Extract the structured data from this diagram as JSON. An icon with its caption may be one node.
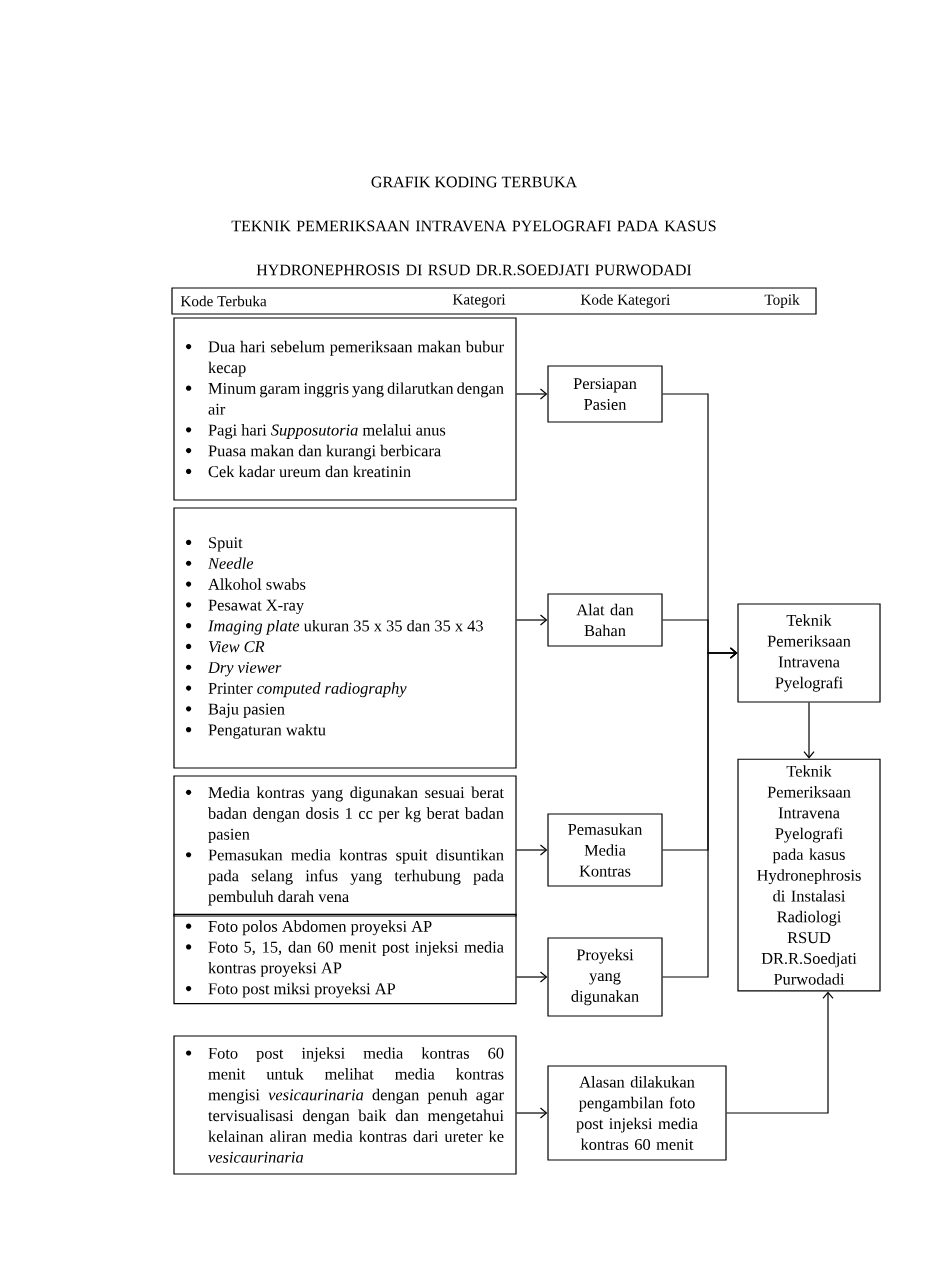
{
  "diagram": {
    "title": "GRAFIK KODING TERBUKA",
    "nodes": [
      {
        "text": [
          "Dua hari sebelum pemeriksaan makan bubur kecap",
          "Minum garam inggris yang dilarutkan dengan air",
          "Pagi hari *Supposutoria* melalui anus",
          "Puasa makan dan kurangi berbicara",
          "Cek kadar ureum dan kreatinin"
        ]
      },
      {
        "text": [
          "Persiapan Pasien"
        ]
      },
      {
        "text": [
          "Spuit",
          "*Needle*",
          "Alkohol swabs",
          "Pesawat X-ray",
          "*Imaging plate* ukuran 35 x 35 dan 35 x 43",
          "*View CR*",
          "*Dry viewer*",
          "Printer *computed radiography*",
          "Baju pasien",
          "Pengaturan waktu"
        ]
      },
      {
        "text": [
          "Alat dan Bahan"
        ]
      },
      {
        "text": [
          "Media kontras yang digunakan sesuai berat badan dengan dosis 1 cc per kg berat badan pasien",
          "Pemasukan media kontras spuit disuntikan pada selang infus yang terhubung pada pembuluh darah vena"
        ]
      },
      {
        "text": [
          "Pemasukan Media Kontras"
        ]
      },
      {
        "text": [
          "Foto polos Abdomen proyeksi AP",
          "Foto 5, 15, dan 60 menit post injeksi media kontras proyeksi AP",
          "Foto post miksi proyeksi AP"
        ]
      },
      {
        "text": [
          "Proyeksi yang digunakan"
        ]
      },
      {
        "text": [
          "Foto post injeksi media kontras 60 menit untuk melihat media kontras mengisi *vesicaurinaria* dengan penuh agar tervisualisasi dengan baik dan mengetahui kelainan aliran media kontras dari ureter ke *vesicaurinaria*"
        ]
      },
      {
        "text": [
          "Alasan dilakukan pengambilan foto post injeksi media kontras 60 menit"
        ]
      },
      {
        "text": [
          "Teknik Pemeriksaan Intravena Pyelografi"
        ]
      },
      {
        "text": [
          "Teknik Pemeriksaan Intravena Pyelografi pada kasus Hydronephrosis di Instalasi Radiologi RSUD DR.R.Soedjati Purwodadi"
        ]
      }
    ],
    "edges": [
      {
        "from": 0,
        "to": 1,
        "arrow": "to"
      },
      {
        "from": 2,
        "to": 3,
        "arrow": "to"
      },
      {
        "from": 4,
        "to": 5,
        "arrow": "to"
      },
      {
        "from": 6,
        "to": 7,
        "arrow": "to"
      },
      {
        "from": 8,
        "to": 9,
        "arrow": "to"
      },
      {
        "from": 1,
        "to": 10,
        "arrow": "to"
      },
      {
        "from": 3,
        "to": 10,
        "arrow": "to"
      },
      {
        "from": 5,
        "to": 10,
        "arrow": "to"
      },
      {
        "from": 7,
        "to": 10,
        "arrow": "to"
      },
      {
        "from": 10,
        "to": 11,
        "arrow": "to"
      },
      {
        "from": 9,
        "to": 11,
        "arrow": "to"
      }
    ],
    "labels": [
      "TEKNIK PEMERIKSAAN INTRAVENA PYELOGRAFI PADA KASUS HYDRONEPHROSIS DI RSUD DR.R.SOEDJATI PURWODADI",
      "Kode Terbuka",
      "Kategori",
      "Kode Kategori",
      "Topik"
    ]
  }
}
